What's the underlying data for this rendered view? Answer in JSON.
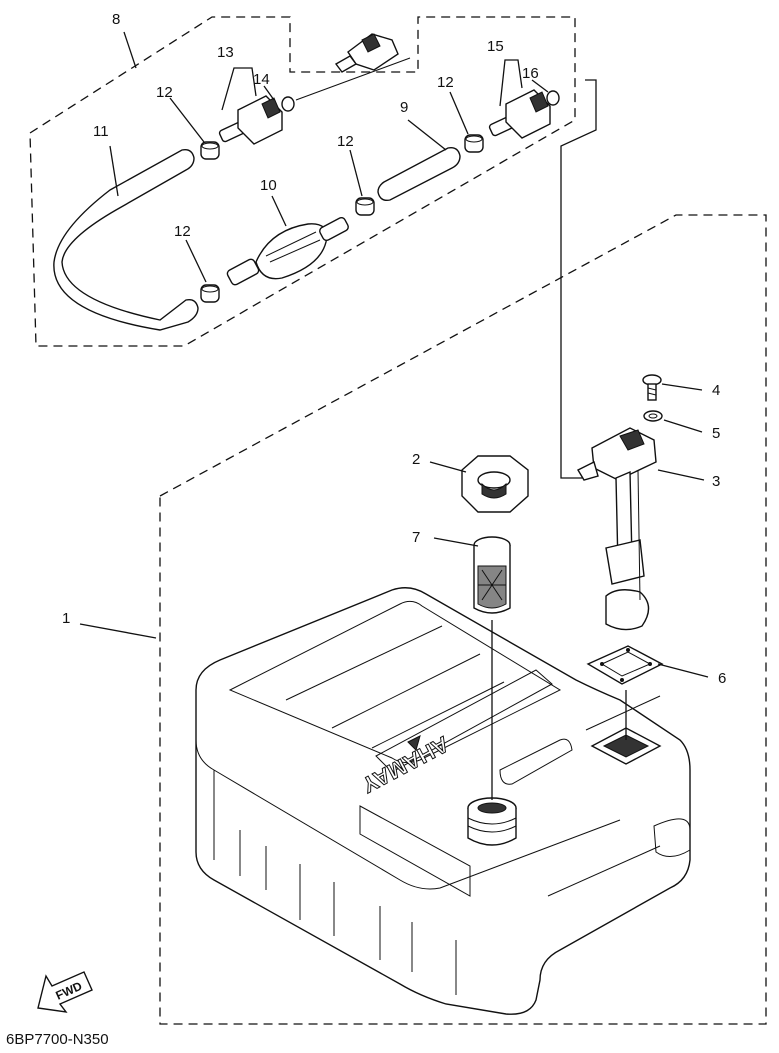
{
  "callouts": [
    "1",
    "2",
    "3",
    "4",
    "5",
    "6",
    "7",
    "8",
    "9",
    "10",
    "11",
    "12",
    "13",
    "14",
    "15",
    "16"
  ],
  "brand_text": "YAMAHA",
  "fwd_text": "FWD",
  "diagram_code": "6BP7700-N350"
}
